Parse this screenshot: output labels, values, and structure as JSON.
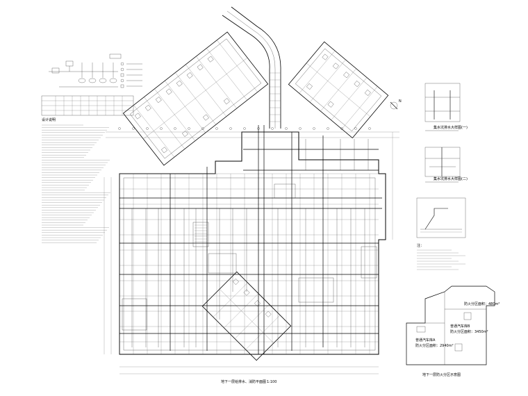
{
  "drawing": {
    "main_plan_title": "地下一层给排水、消防平面图",
    "main_plan_scale": "1:100",
    "fire_zone_title": "地下一层防火分区示意图",
    "zone_a_name": "普通汽车库A",
    "zone_a_area": "防火分区面积：2940m²",
    "zone_b_name": "普通汽车库B",
    "zone_b_area": "防火分区面积：3450m²",
    "zone_c_area": "防火分区面积：480m²",
    "notes_heading": "设计说明",
    "detail_1_title": "集水坑排水大样图(一)",
    "detail_2_title": "集水坑排水大样图(二)",
    "side_notes_heading": "注：",
    "north_mark": "N"
  },
  "legend": {
    "rows": 6
  }
}
